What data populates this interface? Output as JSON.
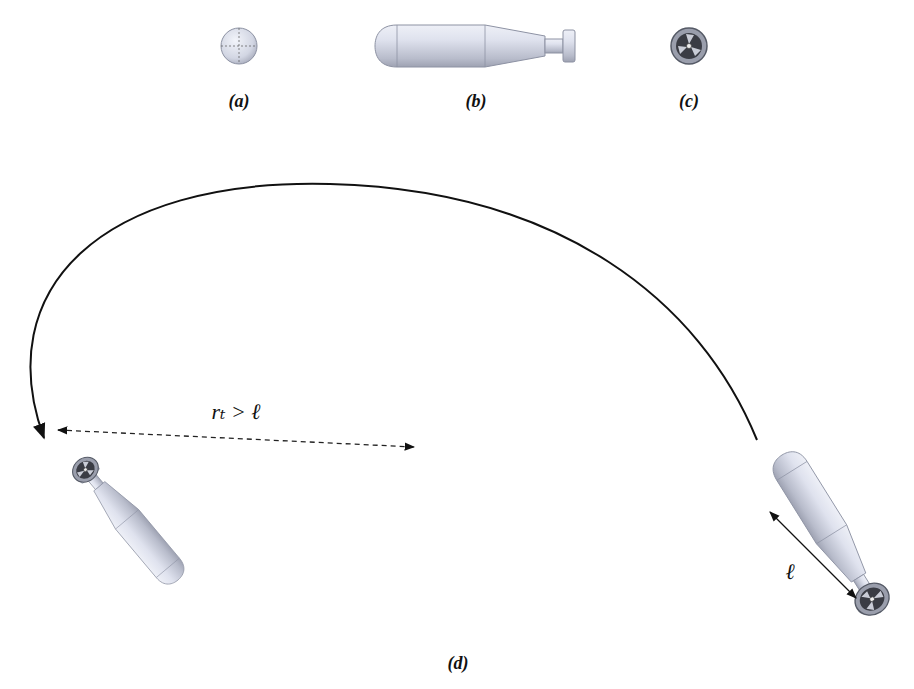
{
  "diagram": {
    "labels": [
      "(a)",
      "(b)",
      "(c)",
      "(d)",
      "rₜ > ℓ",
      "ℓ"
    ]
  }
}
